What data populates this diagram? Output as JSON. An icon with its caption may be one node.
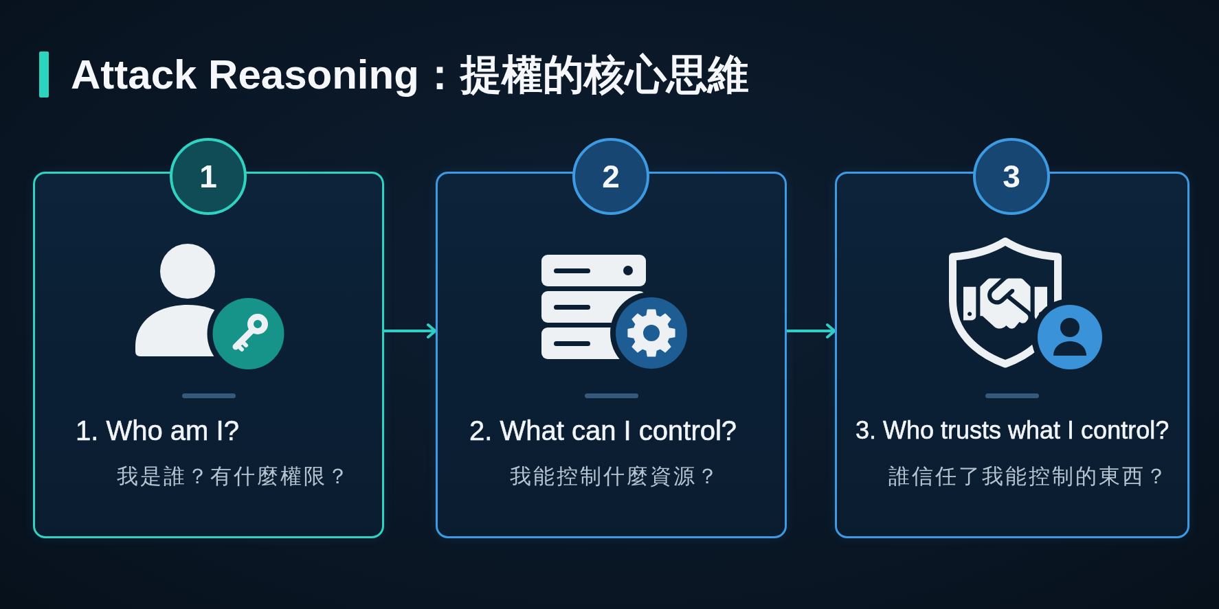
{
  "diagram": {
    "title": "Attack Reasoning：提權的核心思維",
    "nodes": [
      {
        "text": [
          "1"
        ]
      },
      {
        "text": [
          "1. Who am I?",
          "我是誰？有什麼權限？"
        ]
      },
      {
        "text": [
          "2"
        ]
      },
      {
        "text": [
          "2. What can I control?",
          "我能控制什麼資源？"
        ]
      },
      {
        "text": [
          "3"
        ]
      },
      {
        "text": [
          "3. Who trusts what I control?",
          "誰信任了我能控制的東西？"
        ]
      }
    ],
    "edges": [
      {
        "from": 1,
        "to": 3,
        "arrow": "to"
      },
      {
        "from": 3,
        "to": 5,
        "arrow": "to"
      }
    ]
  }
}
